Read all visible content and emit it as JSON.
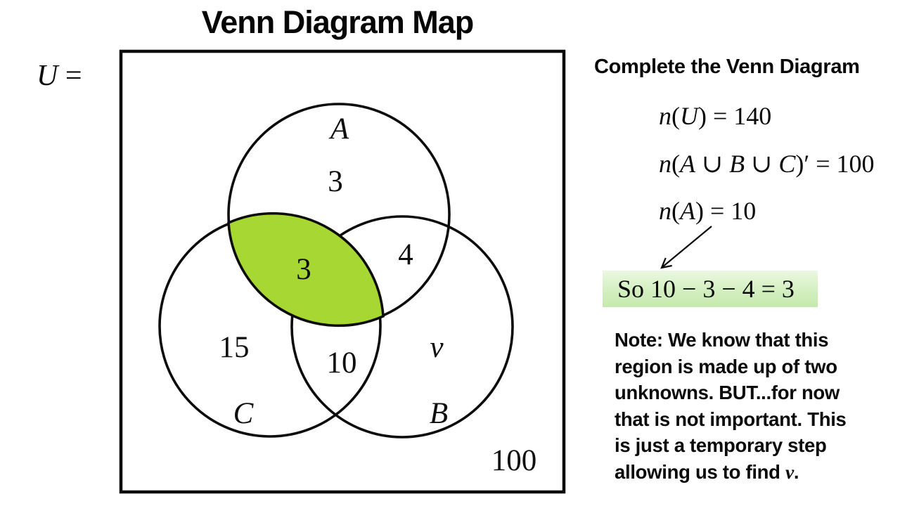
{
  "title": "Venn Diagram Map",
  "universe_label": "U =",
  "diagram": {
    "highlight_color": "#a6d733",
    "set_labels": {
      "a": "A",
      "b": "B",
      "c": "C"
    },
    "values": {
      "a_only": "3",
      "ac_lens": "3",
      "ab_only": "4",
      "c_only": "15",
      "bc_only": "10",
      "b_unknown": "v",
      "outside_circles": "100"
    }
  },
  "panel": {
    "heading": "Complete the Venn Diagram",
    "equations": [
      "n(U) = 140",
      "n(A ∪ B ∪ C)′ = 100",
      "n(A) = 10"
    ],
    "conclusion": "So 10 − 3 − 4 = 3",
    "note_lines": [
      "Note: We know that this",
      "region is made up of two",
      "unknowns. BUT...for now",
      "that is not important. This",
      "is just a temporary step",
      "allowing us to find v."
    ]
  }
}
